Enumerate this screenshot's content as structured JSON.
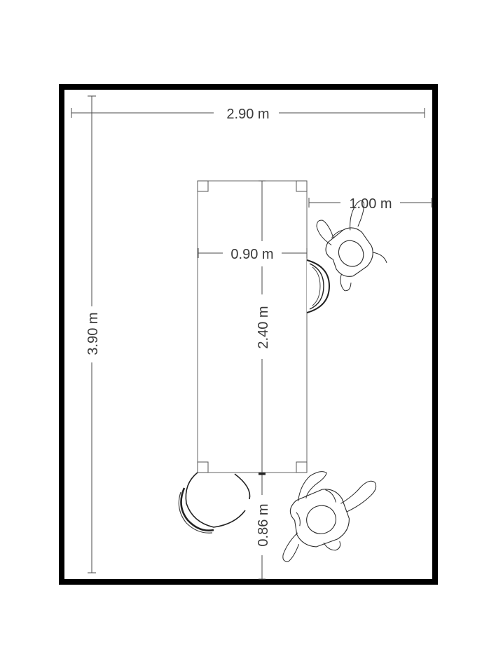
{
  "floor_plan": {
    "room_width_label": "2.90 m",
    "room_length_label": "3.90 m",
    "table_length_label": "2.40 m",
    "table_width_label": "0.90 m",
    "side_clearance_label": "1.00 m",
    "end_clearance_label": "0.86 m"
  },
  "elements": {
    "chairs": 2,
    "people": 2,
    "table_legs": 4
  },
  "colors": {
    "wall": "#000000",
    "dimension": "#4a4a4a",
    "text": "#3a3a3a",
    "background": "#ffffff"
  }
}
